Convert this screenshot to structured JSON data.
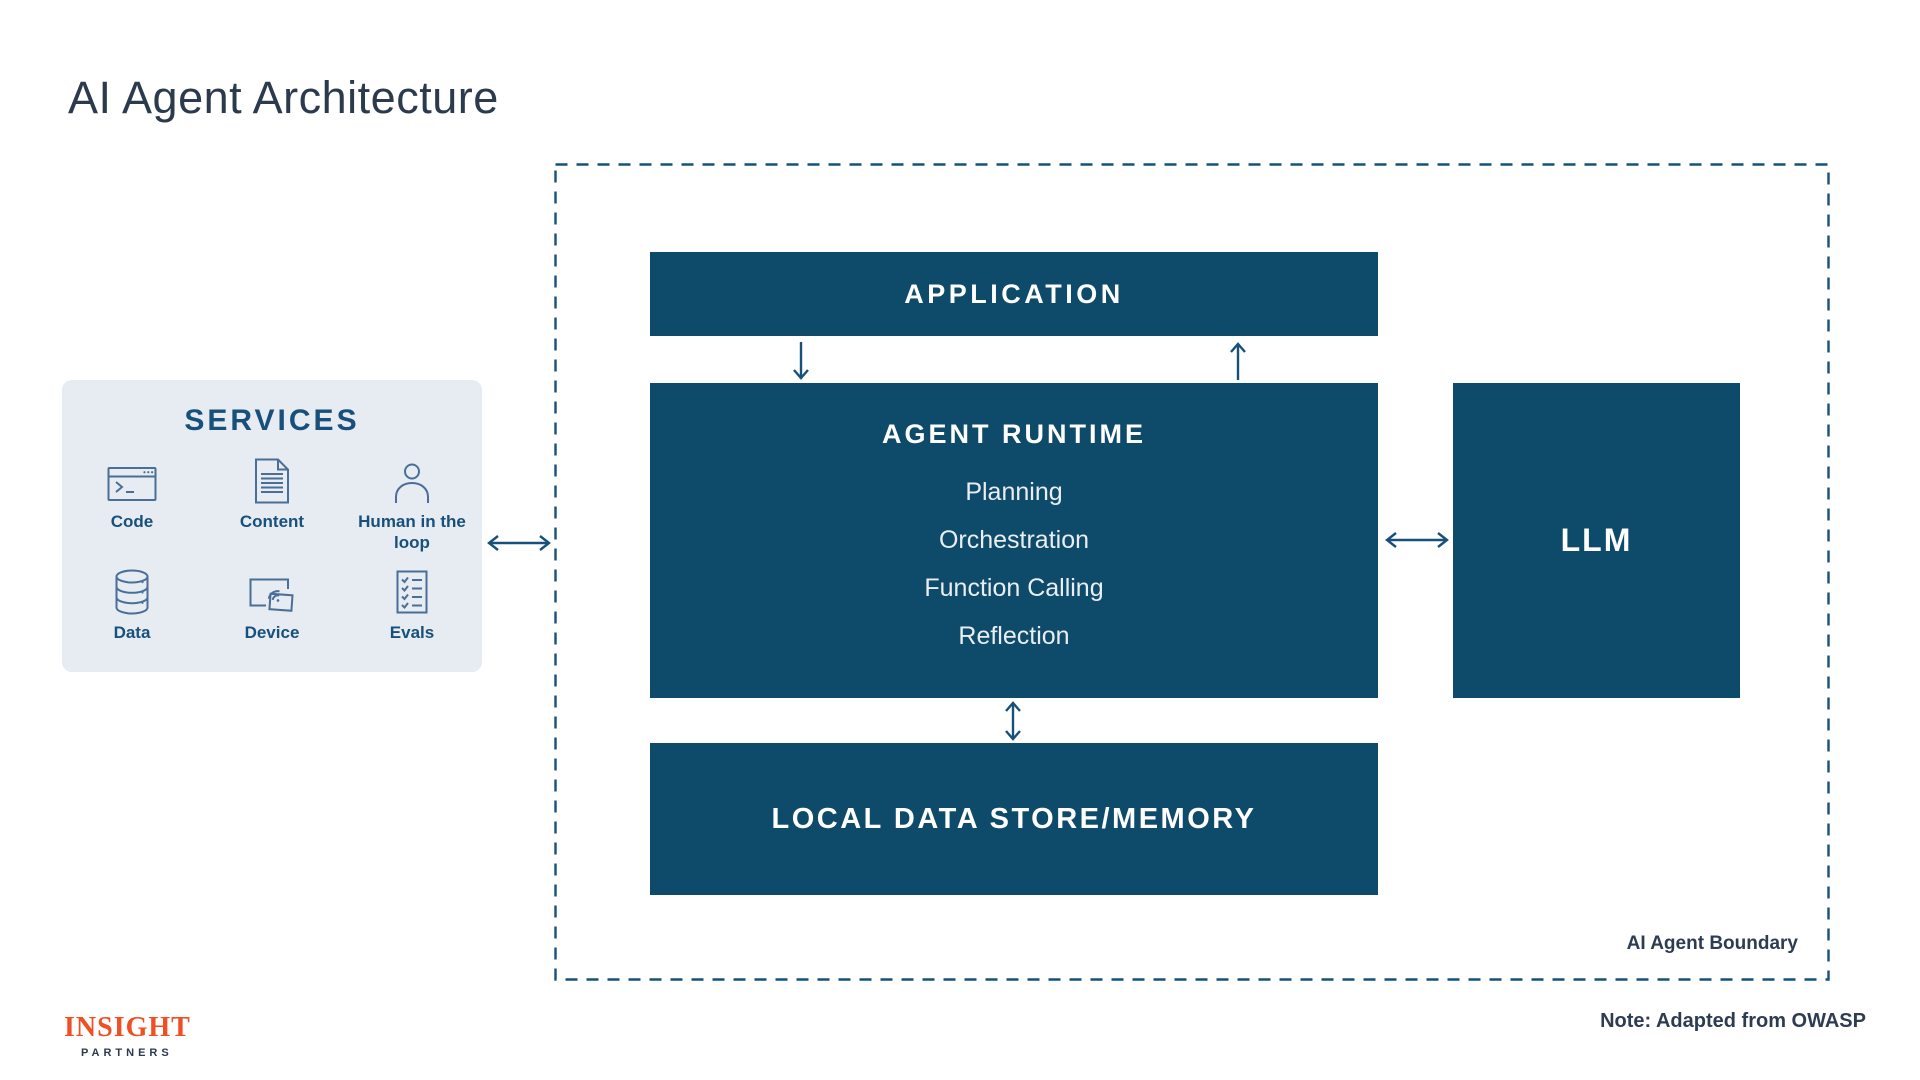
{
  "page": {
    "title": "AI Agent Architecture",
    "note": "Note: Adapted from OWASP"
  },
  "logo": {
    "primary": "INSIGHT",
    "secondary": "PARTNERS"
  },
  "services": {
    "title": "SERVICES",
    "items": [
      {
        "label": "Code",
        "icon": "terminal-window-icon"
      },
      {
        "label": "Content",
        "icon": "document-icon"
      },
      {
        "label": "Human in the loop",
        "icon": "person-icon"
      },
      {
        "label": "Data",
        "icon": "database-icon"
      },
      {
        "label": "Device",
        "icon": "device-cast-icon"
      },
      {
        "label": "Evals",
        "icon": "checklist-icon"
      }
    ]
  },
  "boundary": {
    "label": "AI Agent Boundary"
  },
  "blocks": {
    "application": "APPLICATION",
    "agent_runtime": {
      "title": "AGENT RUNTIME",
      "capabilities": [
        "Planning",
        "Orchestration",
        "Function Calling",
        "Reflection"
      ]
    },
    "local_data_store": "LOCAL DATA STORE/MEMORY",
    "llm": "LLM"
  },
  "colors": {
    "block_fill": "#0e4a69",
    "accent_navy": "#17507a",
    "title_text": "#2b3b4d",
    "label_text": "#2e3c52",
    "services_background": "#e7ebf2",
    "icon_stroke": "#4a6f97",
    "logo_orange": "#f04e23"
  }
}
